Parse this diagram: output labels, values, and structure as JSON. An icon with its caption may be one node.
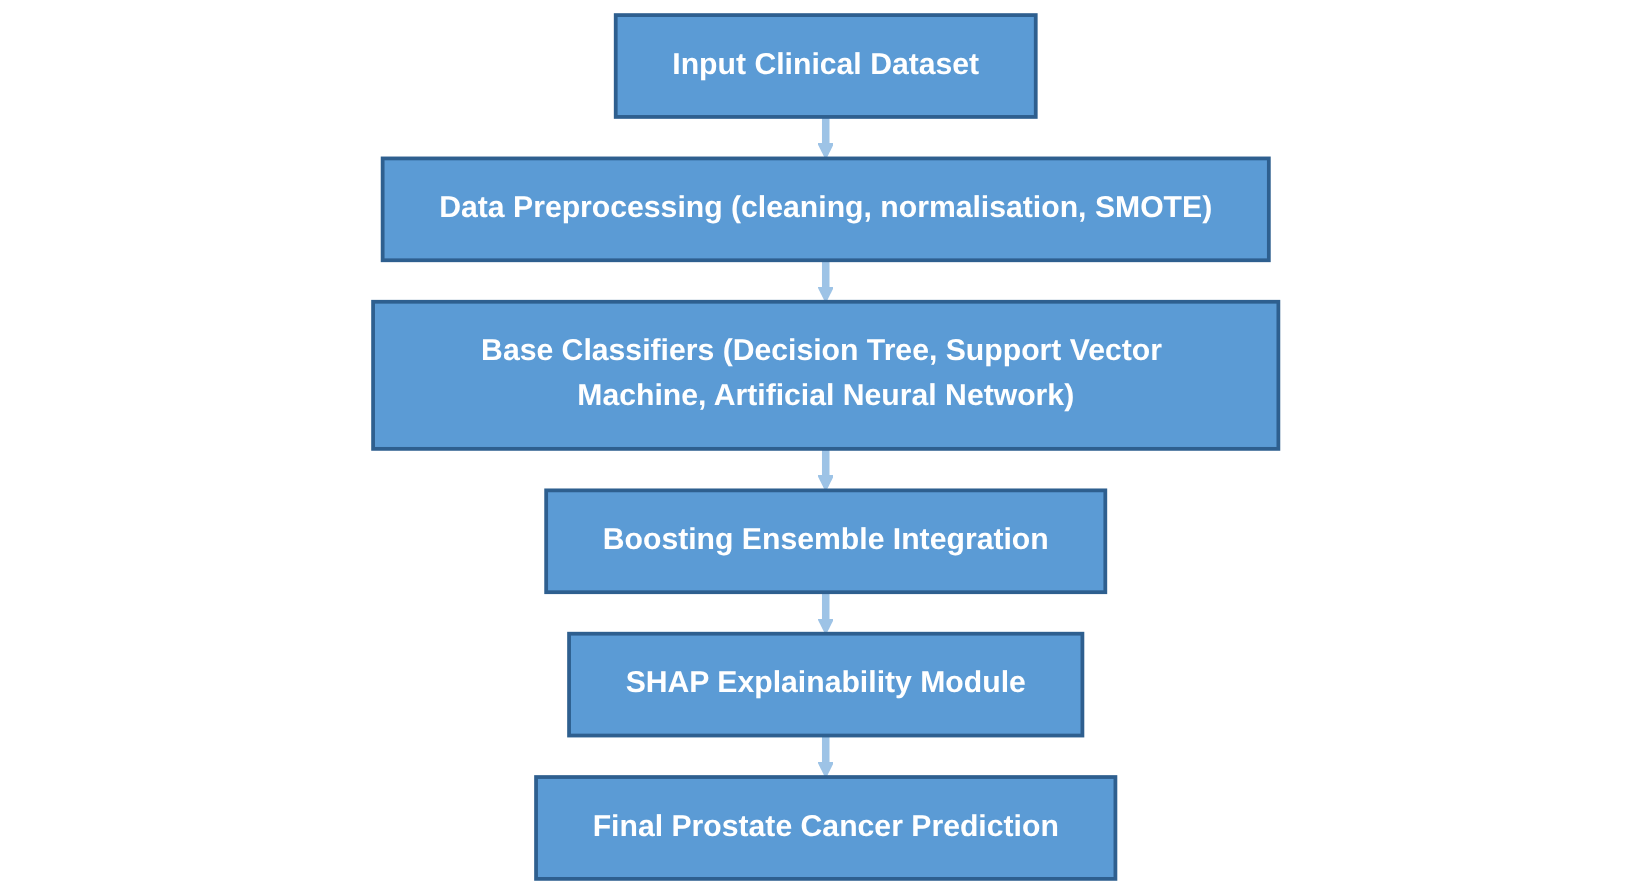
{
  "diagram": {
    "nodes": [
      {
        "text": [
          "Input Clinical Dataset"
        ]
      },
      {
        "text": [
          "Data Preprocessing (cleaning, normalisation, SMOTE)"
        ]
      },
      {
        "text": [
          "Base Classifiers (Decision Tree, Support Vector Machine, Artificial Neural Network)"
        ]
      },
      {
        "text": [
          "Boosting Ensemble Integration"
        ]
      },
      {
        "text": [
          "SHAP Explainability Module"
        ]
      },
      {
        "text": [
          "Final Prostate Cancer Prediction"
        ]
      }
    ],
    "edges": [
      {
        "from": 0,
        "to": 1,
        "arrow": "to"
      },
      {
        "from": 1,
        "to": 2,
        "arrow": "to"
      },
      {
        "from": 2,
        "to": 3,
        "arrow": "to"
      },
      {
        "from": 3,
        "to": 4,
        "arrow": "to"
      },
      {
        "from": 4,
        "to": 5,
        "arrow": "to"
      }
    ]
  }
}
